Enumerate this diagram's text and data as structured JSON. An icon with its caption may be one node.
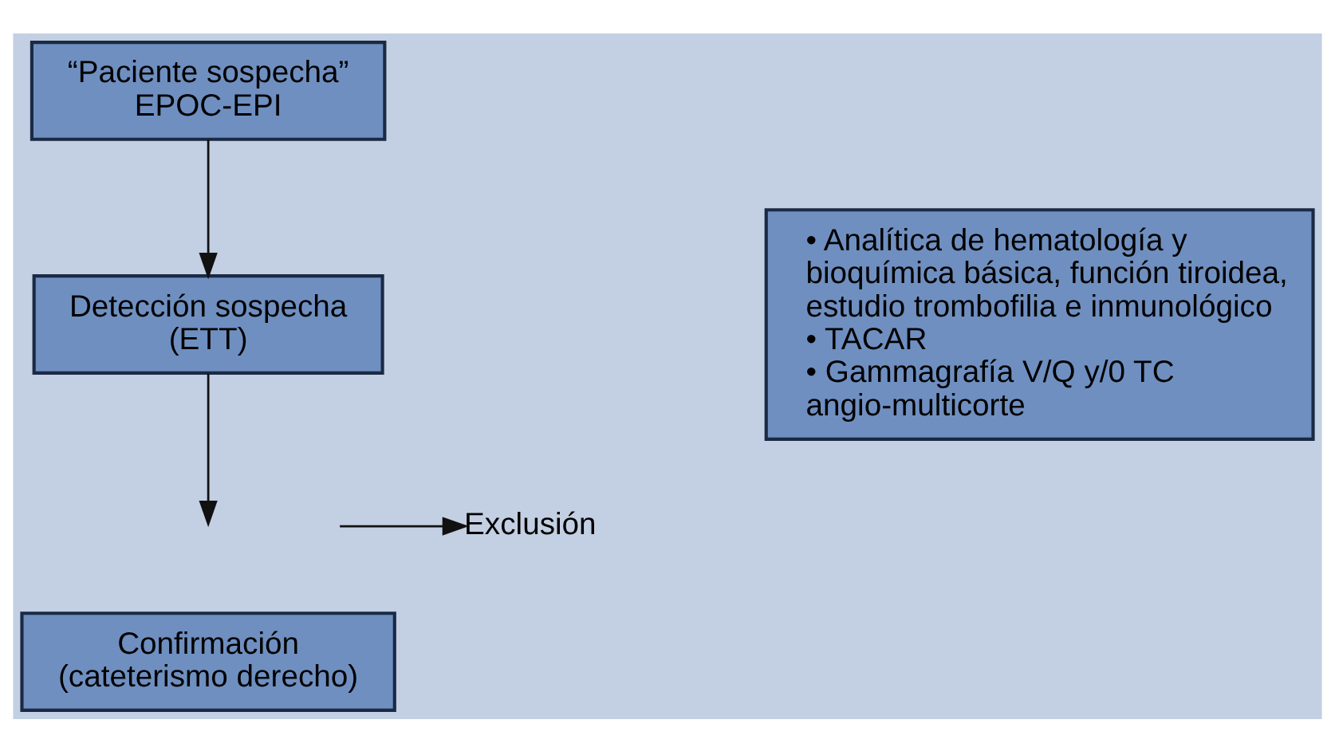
{
  "diagram": {
    "nodes": [
      {
        "text": [
          "“Paciente sospecha” EPOC-EPI"
        ]
      },
      {
        "text": [
          "Detección sospecha (ETT)"
        ]
      },
      {
        "text": [
          "Confirmación (cateterismo derecho)"
        ]
      },
      {
        "text": [
          "Exclusión"
        ]
      },
      {
        "text": [
          "• Analítica de hematología y bioquímica básica, función tiroidea, estudio trombofilia e inmunológico",
          "• TACAR",
          "• Gammagrafía V/Q y/0 TC angio-multicorte"
        ]
      }
    ],
    "edges": [
      {
        "from": 0,
        "to": 1,
        "arrow": "to"
      },
      {
        "from": 1,
        "to": null,
        "arrow": "to"
      },
      {
        "from": null,
        "to": 3,
        "arrow": "to"
      }
    ]
  }
}
